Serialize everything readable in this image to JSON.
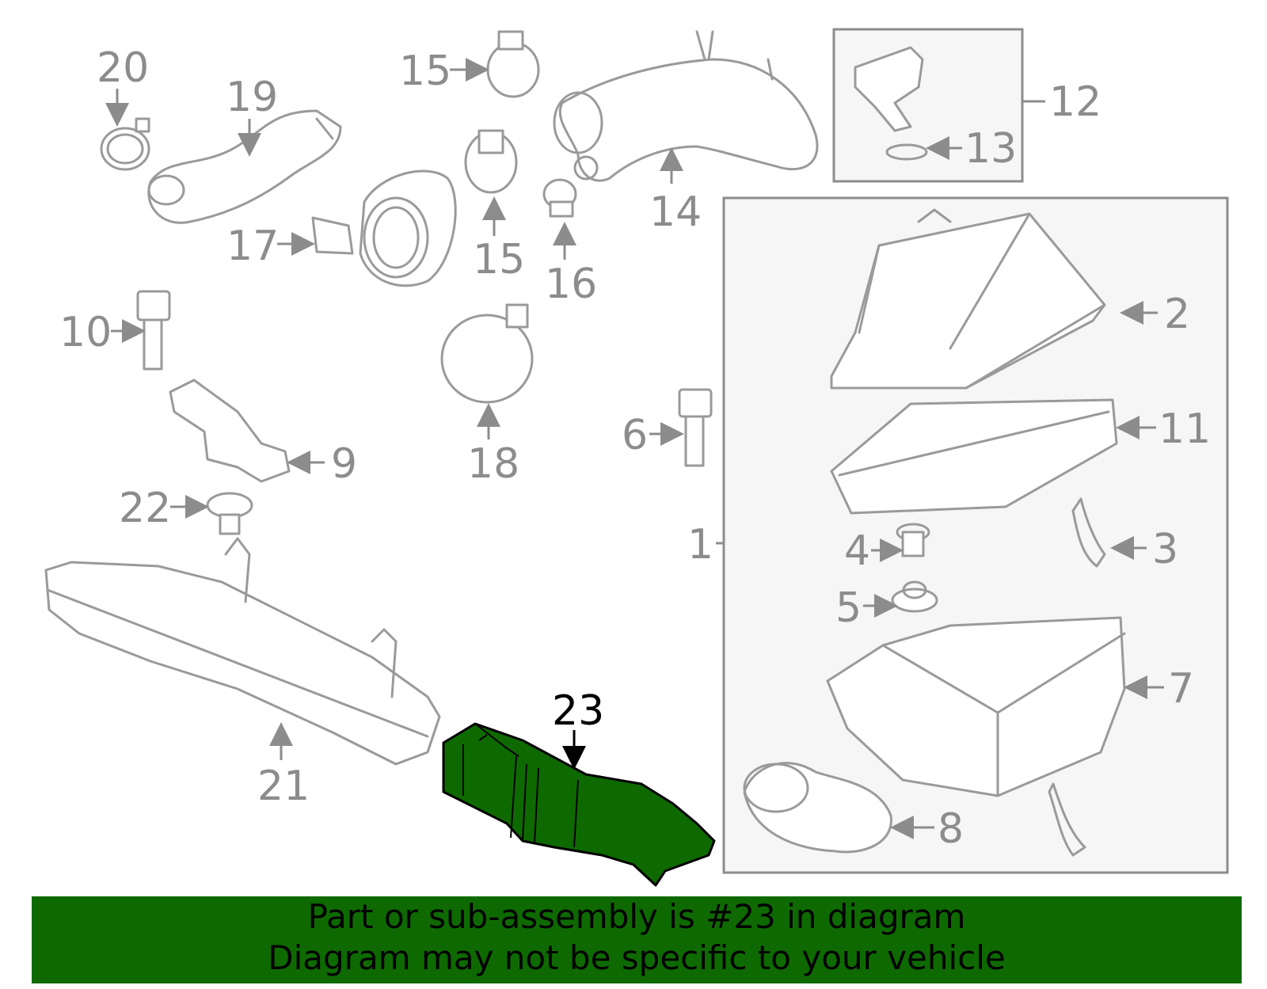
{
  "callouts": {
    "c1": "1",
    "c2": "2",
    "c3": "3",
    "c4": "4",
    "c5": "5",
    "c6": "6",
    "c7": "7",
    "c8": "8",
    "c9": "9",
    "c10": "10",
    "c11": "11",
    "c12": "12",
    "c13": "13",
    "c14": "14",
    "c15a": "15",
    "c15b": "15",
    "c16": "16",
    "c17": "17",
    "c18": "18",
    "c19": "19",
    "c20": "20",
    "c21": "21",
    "c22": "22",
    "c23": "23"
  },
  "highlight": {
    "part_number": "23",
    "color": "#0e6a00"
  },
  "banner": {
    "line1": "Part or sub-assembly is #23 in diagram",
    "line2": "Diagram may not be specific to your vehicle",
    "background": "#0e6a00"
  }
}
